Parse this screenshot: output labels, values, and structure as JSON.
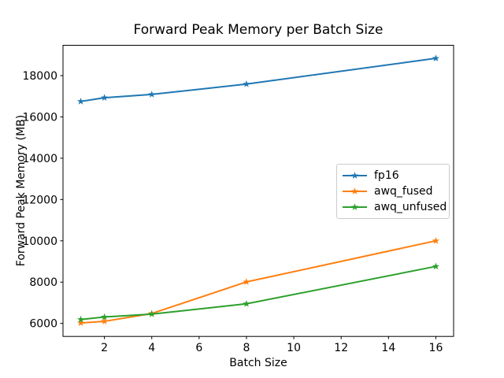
{
  "chart_data": {
    "type": "line",
    "title": "Forward Peak Memory per Batch Size",
    "xlabel": "Batch Size",
    "ylabel": "Forward Peak Memory (MB)",
    "x": [
      1,
      2,
      4,
      8,
      16
    ],
    "series": [
      {
        "name": "fp16",
        "color": "#1f77b4",
        "values": [
          16750,
          16930,
          17090,
          17590,
          18840
        ]
      },
      {
        "name": "awq_fused",
        "color": "#ff7f0e",
        "values": [
          6020,
          6100,
          6480,
          8010,
          10000
        ]
      },
      {
        "name": "awq_unfused",
        "color": "#2ca02c",
        "values": [
          6190,
          6310,
          6450,
          6950,
          8760
        ]
      }
    ],
    "marker": "star",
    "xlim": [
      0.25,
      16.75
    ],
    "ylim": [
      5370,
      19470
    ],
    "x_ticks": [
      2,
      4,
      6,
      8,
      10,
      12,
      14,
      16
    ],
    "y_ticks": [
      6000,
      8000,
      10000,
      12000,
      14000,
      16000,
      18000
    ],
    "grid": false,
    "legend_position": "center right",
    "background_color": "#ffffff",
    "text_color": "#000000",
    "spine_color": "#000000",
    "legend_border_color": "#cccccc"
  }
}
